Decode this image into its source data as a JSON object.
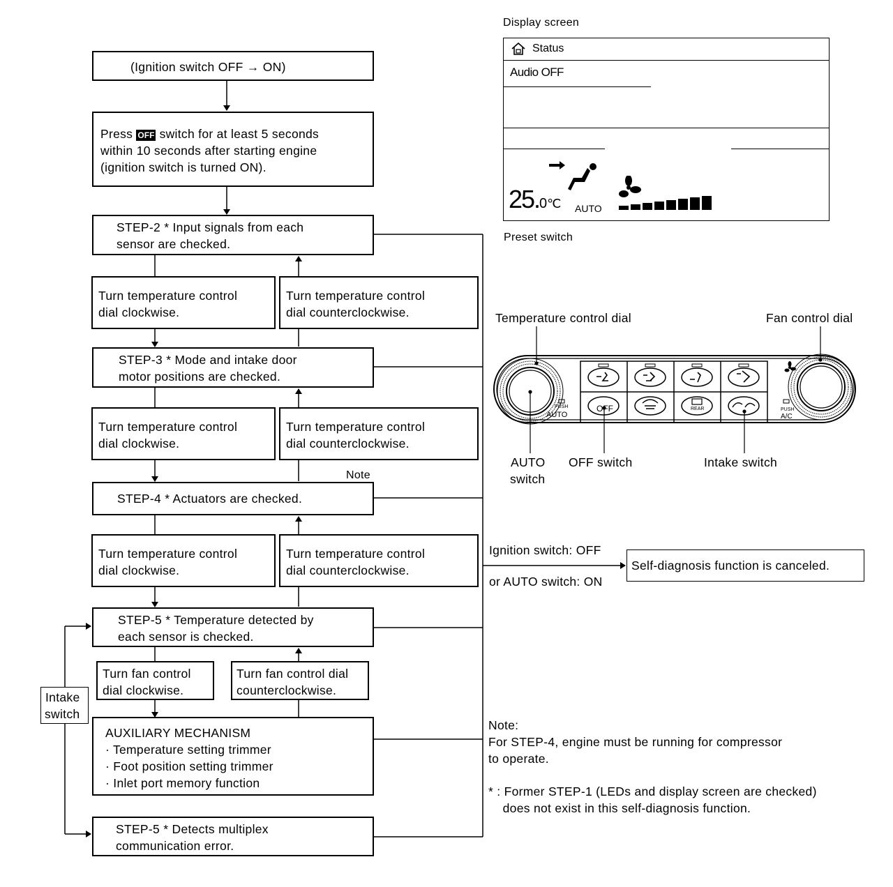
{
  "flow": {
    "start": "(Ignition switch OFF →  ON)",
    "press": {
      "line1_pre": "Press ",
      "off_badge": "OFF",
      "line1_post": " switch for at least 5 seconds",
      "line2": "within 10 seconds after starting engine",
      "line3": "(ignition switch is turned  ON)."
    },
    "step2": [
      "STEP-2 * Input signals from each",
      "sensor are checked."
    ],
    "step3": [
      "STEP-3 * Mode and intake door",
      "motor positions are checked."
    ],
    "step4": "STEP-4 * Actuators are checked.",
    "step5": [
      "STEP-5 * Temperature detected by",
      "each sensor is checked."
    ],
    "aux": {
      "title": "AUXILIARY MECHANISM",
      "items": [
        "· Temperature setting trimmer",
        "· Foot position setting trimmer",
        "· Inlet port memory function"
      ]
    },
    "step5b": [
      "STEP-5 * Detects multiplex",
      "communication error."
    ],
    "cw": [
      "Turn temperature control",
      "dial clockwise."
    ],
    "ccw": [
      "Turn temperature control",
      "dial counterclockwise."
    ],
    "fan_cw": [
      "Turn fan control",
      "dial clockwise."
    ],
    "fan_ccw": [
      "Turn fan control dial",
      "counterclockwise."
    ],
    "note_label": "Note",
    "intake": [
      "Intake",
      "switch"
    ]
  },
  "cancel": {
    "cond1": "Ignition switch: OFF",
    "cond2": "or AUTO switch: ON",
    "result": "Self-diagnosis function is canceled."
  },
  "display": {
    "label": "Display screen",
    "status": "Status",
    "audio": "Audio OFF",
    "temp": "25.",
    "temp_decimal": "0",
    "unit": "℃",
    "auto": "AUTO",
    "preset_label": "Preset switch"
  },
  "panel": {
    "temp_dial_label": "Temperature control dial",
    "fan_dial_label": "Fan control dial",
    "auto_label": [
      "AUTO",
      "switch"
    ],
    "off_label": "OFF switch",
    "intake_label": "Intake switch",
    "off_button": "OFF",
    "push": "PUSH",
    "auto_small": "AUTO",
    "ac_small": "A/C",
    "rear_small": "REAR"
  },
  "notes": {
    "title": "Note:",
    "lines": [
      "For STEP-4, engine must be running for compressor",
      "to operate."
    ],
    "footnote": [
      "* : Former STEP-1 (LEDs and display screen are checked)",
      "    does not exist in this self-diagnosis function."
    ]
  }
}
